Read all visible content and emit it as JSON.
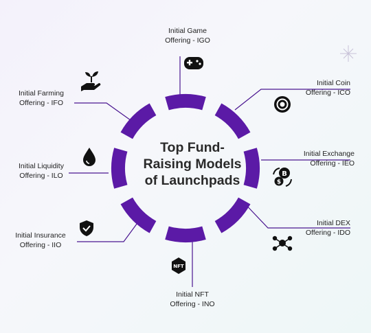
{
  "title_lines": [
    "Top Fund-",
    "Raising Models",
    "of Launchpads"
  ],
  "models": [
    {
      "id": "igo",
      "line1": "Initial Game",
      "line2": "Offering - IGO",
      "icon": "gamepad-icon"
    },
    {
      "id": "ico",
      "line1": "Initial Coin",
      "line2": "Offering - ICO",
      "icon": "coin-icon"
    },
    {
      "id": "ieo",
      "line1": "Initial Exchange",
      "line2": "Offering - IEO",
      "icon": "exchange-icon"
    },
    {
      "id": "ido",
      "line1": "Initial DEX",
      "line2": "Offering - IDO",
      "icon": "network-icon"
    },
    {
      "id": "ino",
      "line1": "Initial NFT",
      "line2": "Offering - INO",
      "icon": "nft-icon"
    },
    {
      "id": "iio",
      "line1": "Initial Insurance",
      "line2": "Offering - IIO",
      "icon": "shield-check-icon"
    },
    {
      "id": "ilo",
      "line1": "Initial Liquidity",
      "line2": "Offering - ILO",
      "icon": "droplet-icon"
    },
    {
      "id": "ifo",
      "line1": "Initial Farming",
      "line2": "Offering - IFO",
      "icon": "plant-hand-icon"
    }
  ],
  "colors": {
    "ring": "#5b1aa6",
    "connector": "#4a1590",
    "icon": "#111111"
  }
}
